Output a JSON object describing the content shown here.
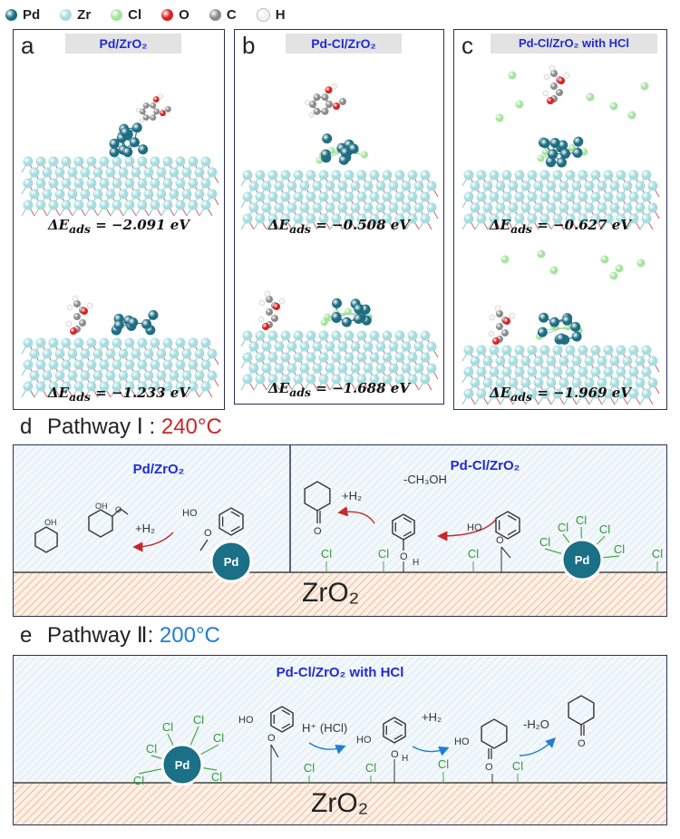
{
  "legend": [
    {
      "symbol": "Pd",
      "color": "#1e6d82"
    },
    {
      "symbol": "Zr",
      "color": "#a7dcdf"
    },
    {
      "symbol": "Cl",
      "color": "#a5e39e"
    },
    {
      "symbol": "O",
      "color": "#dc1f1f"
    },
    {
      "symbol": "C",
      "color": "#8a8a8a"
    },
    {
      "symbol": "H",
      "color": "#f2f2f2"
    }
  ],
  "panels": {
    "a": {
      "letter": "a",
      "title": "Pd/ZrO₂",
      "top_energy": "ΔE<sub>ads</sub> = −2.091 eV",
      "bottom_energy": "−1.233"
    },
    "b": {
      "letter": "b",
      "title": "Pd-Cl/ZrO₂",
      "top_energy_value": "−0.508",
      "bottom_energy_value": "−1.688"
    },
    "c": {
      "letter": "c",
      "title": "Pd-Cl/ZrO₂ with HCl",
      "top_energy_value": "−0.627",
      "bottom_energy_value": "−1.969"
    }
  },
  "energies": {
    "a_top": "−2.091",
    "a_bottom": "−1.233",
    "b_top": "−0.508",
    "b_bottom": "−1.688",
    "c_top": "−0.627",
    "c_bottom": "−1.969",
    "prefix": "ΔE",
    "sub": "ads",
    "unit": "eV"
  },
  "pathway1": {
    "letter": "d",
    "label": "Pathway Ⅰ : ",
    "temperature": "240°C",
    "left_title": "Pd/ZrO₂",
    "right_title": "Pd-Cl/ZrO₂",
    "h2": "+H₂",
    "meoh": "-CH₃OH",
    "support": "ZrO₂"
  },
  "pathway2": {
    "letter": "e",
    "label": "Pathway Ⅱ: ",
    "temperature": "200°C",
    "title": "Pd-Cl/ZrO₂ with HCl",
    "hcl": "H⁺ (HCl)",
    "h2": "+H₂",
    "h2o": "-H₂O",
    "support": "ZrO₂"
  },
  "atoms": {
    "pd": "Pd",
    "cl": "Cl",
    "oh": "OH",
    "ho": "HO",
    "o": "O",
    "h": "H"
  }
}
